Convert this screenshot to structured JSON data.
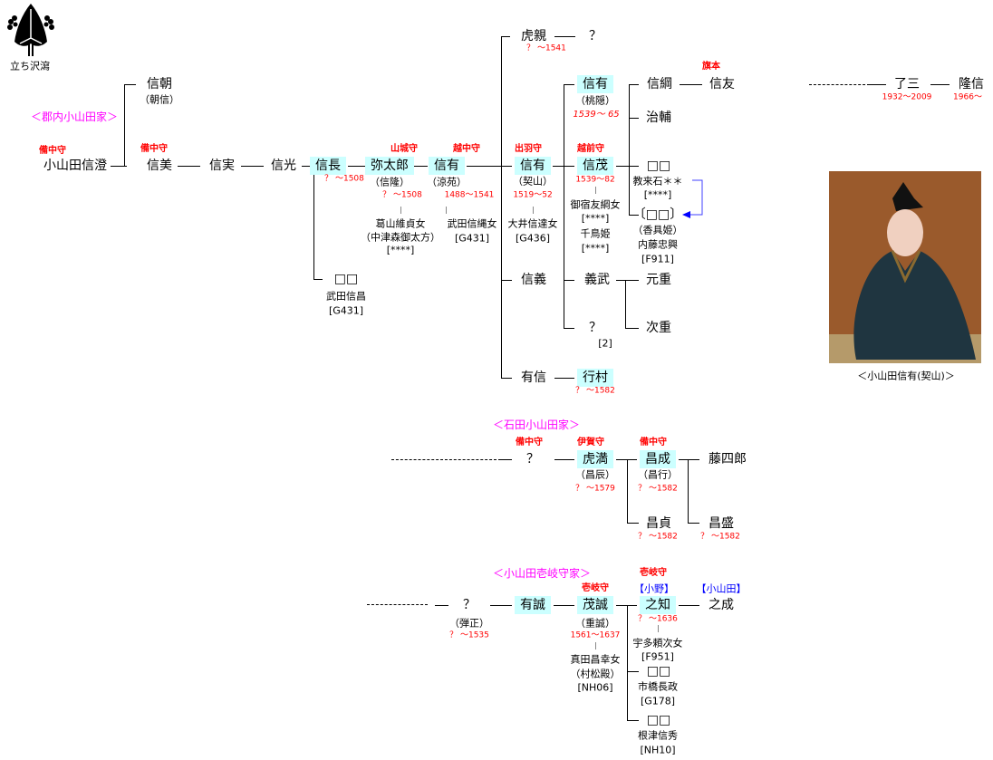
{
  "crest": {
    "caption": "立ち沢瀉"
  },
  "gunnai": {
    "house_label": "＜郡内小山田家＞",
    "nobusumi": {
      "name": "小山田信澄",
      "title": "備中守"
    },
    "nobutomo_a": {
      "name": "信朝",
      "alias": "（朝信）"
    },
    "nobuyoshi_a": {
      "name": "信美",
      "title": "備中守"
    },
    "nobuzane": {
      "name": "信実"
    },
    "nobumitsu": {
      "name": "信光"
    },
    "nobunaga": {
      "name": "信長",
      "dates": "？ ～1508"
    },
    "unknown_a": {
      "name": "□□",
      "spouse": "武田信昌",
      "code": "[G431]"
    },
    "yataro": {
      "name": "弥太郎",
      "title": "山城守",
      "alias": "（信隆）",
      "dates": "？ ～1508",
      "spouse": "葛山維貞女",
      "spouse_alias": "（中津森御太方）",
      "code": "[****]"
    },
    "nobuari_1": {
      "name": "信有",
      "title": "越中守",
      "alias": "（涼苑）",
      "dates": "1488～1541",
      "spouse": "武田信縄女",
      "code": "[G431]"
    },
    "torachika": {
      "name": "虎親",
      "dates": "？ ～1541",
      "child": "？"
    },
    "nobuari_2": {
      "name": "信有",
      "title": "出羽守",
      "alias": "（契山）",
      "dates": "1519～52",
      "spouse": "大井信達女",
      "code": "[G436]"
    },
    "nobuyoshi_b": {
      "name": "信義"
    },
    "arinobu": {
      "name": "有信"
    },
    "yukimura": {
      "name": "行村",
      "dates": "？ ～1582"
    },
    "nobuari_3": {
      "name": "信有",
      "alias": "（桃隠）",
      "dates": "1539～ 65"
    },
    "nobushige": {
      "name": "信茂",
      "title": "越前守",
      "dates": "1539～82",
      "spouse1": "御宿友綱女",
      "code1": "[****]",
      "spouse2": "千鳥姫",
      "code2": "[****]"
    },
    "yoshitake": {
      "name": "義武"
    },
    "unknown_b": {
      "name": "？",
      "note": "[2]"
    },
    "motoshige": {
      "name": "元重"
    },
    "tsugushige": {
      "name": "次重"
    },
    "nobutsuna": {
      "name": "信綱"
    },
    "nobutomo_b": {
      "name": "信友",
      "title": "旗本"
    },
    "harusuke": {
      "name": "治輔"
    },
    "unknown_c": {
      "name": "□□",
      "spouse": "教来石＊＊",
      "code": "[****]"
    },
    "unknown_d": {
      "name": "〔□□〕",
      "alias": "（香具姫）",
      "spouse": "内藤忠興",
      "code": "[F911]"
    },
    "ryozo": {
      "name": "了三",
      "dates": "1932～2009"
    },
    "takanobu": {
      "name": "隆信",
      "dates": "1966～"
    },
    "portrait_caption": "＜小山田信有(契山)＞"
  },
  "ishida": {
    "house_label": "＜石田小山田家＞",
    "unknown": {
      "name": "？",
      "title": "備中守"
    },
    "torami": {
      "name": "虎満",
      "title": "伊賀守",
      "alias": "（昌辰）",
      "dates": "？ ～1579"
    },
    "masashige": {
      "name": "昌成",
      "title": "備中守",
      "alias": "（昌行）",
      "dates": "？ ～1582"
    },
    "masasada": {
      "name": "昌貞",
      "dates": "？ ～1582"
    },
    "tojiro": {
      "name": "藤四郎"
    },
    "masamori": {
      "name": "昌盛",
      "dates": "？ ～1582"
    }
  },
  "iki": {
    "house_label": "＜小山田壱岐守家＞",
    "unknown": {
      "name": "？",
      "alias": "（弾正）",
      "dates": "？ ～1535"
    },
    "arinobu": {
      "name": "有誠"
    },
    "shigenobu": {
      "name": "茂誠",
      "title": "壱岐守",
      "alias": "（重誠）",
      "dates": "1561～1637",
      "spouse": "真田昌幸女",
      "spouse_alias": "（村松殿）",
      "code": "[NH06]"
    },
    "yukitomo": {
      "name": "之知",
      "title": "壱岐守",
      "surname": "【小野】",
      "dates": "？ ～1636",
      "spouse": "宇多頼次女",
      "code": "[F951]"
    },
    "yukishige": {
      "name": "之成",
      "surname": "【小山田】"
    },
    "daughter1": {
      "name": "□□",
      "spouse": "市橋長政",
      "code": "[G178]"
    },
    "daughter2": {
      "name": "□□",
      "spouse": "根津信秀",
      "code": "[NH10]"
    }
  },
  "colors": {
    "highlight": "#ccffff",
    "dates": "#ff0000",
    "house": "#ff00ff",
    "surname": "#0000ff",
    "arrow": "#0000ff"
  }
}
